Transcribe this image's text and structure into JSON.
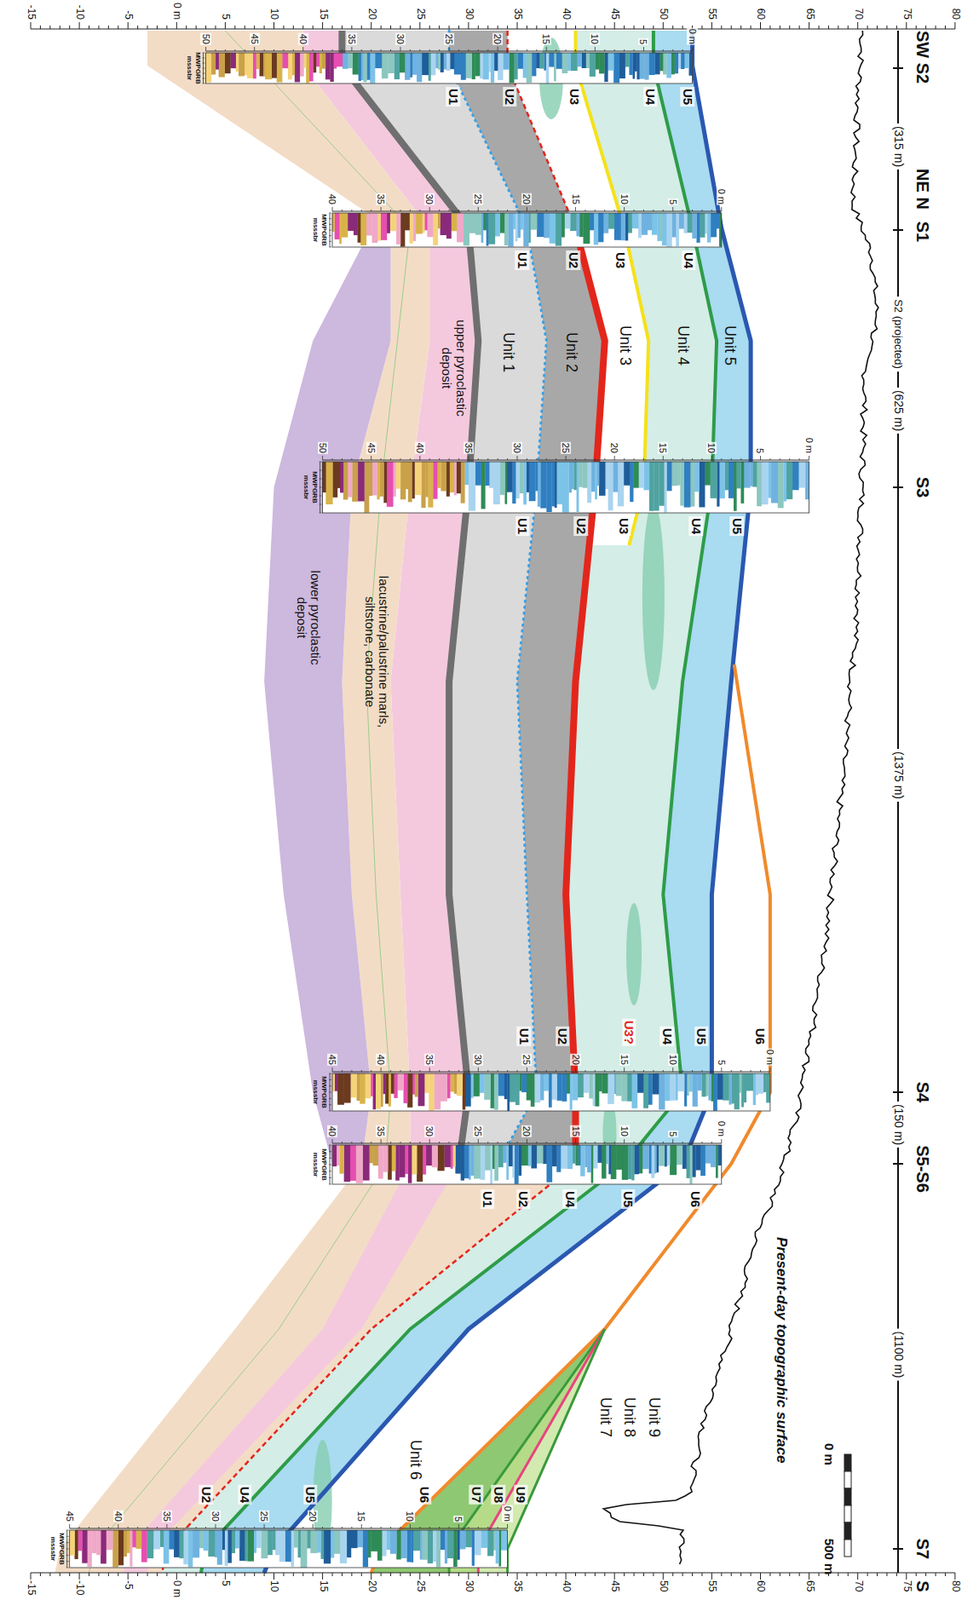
{
  "diagram": {
    "labels": [
      "SW",
      "S2",
      "(315 m)",
      "NE N",
      "S1",
      "S2 (projected)",
      "(625 m)",
      "S3",
      "(1375 m)",
      "S4",
      "(150 m)",
      "S5-S6",
      "(1100 m)",
      "S7",
      "S",
      "0 m",
      "500 m",
      "Present-day topographic surface",
      "-15",
      "-10",
      "-5",
      "0 m",
      "5",
      "10",
      "15",
      "20",
      "25",
      "30",
      "35",
      "40",
      "45",
      "50",
      "55",
      "60",
      "65",
      "70",
      "75",
      "80",
      "-15",
      "-10",
      "-5",
      "0 m",
      "5",
      "10",
      "15",
      "20",
      "25",
      "30",
      "35",
      "40",
      "45",
      "50",
      "55",
      "60",
      "65",
      "70",
      "75",
      "80",
      "0 m",
      "5",
      "10",
      "15",
      "20",
      "25",
      "30",
      "35",
      "40",
      "45",
      "50",
      "MWPGRB",
      "msssbr",
      "0 m",
      "5",
      "10",
      "15",
      "20",
      "25",
      "30",
      "35",
      "40",
      "MWPGRB",
      "msssbr",
      "0 m",
      "5",
      "10",
      "15",
      "20",
      "25",
      "30",
      "35",
      "40",
      "45",
      "50",
      "MWPGRB",
      "msssbr",
      "0 m",
      "5",
      "10",
      "15",
      "20",
      "25",
      "30",
      "35",
      "40",
      "45",
      "MWPGRB",
      "msssbr",
      "0 m",
      "5",
      "10",
      "15",
      "20",
      "25",
      "30",
      "35",
      "40",
      "MWPGRB",
      "msssbr",
      "0 m",
      "5",
      "10",
      "15",
      "20",
      "25",
      "30",
      "35",
      "40",
      "45",
      "MWPGRB",
      "msssbr",
      "U5",
      "U4",
      "U3",
      "U2",
      "U1",
      "U4",
      "U3",
      "U2",
      "U1",
      "U5",
      "U4",
      "U3",
      "U2",
      "U1",
      "U6",
      "U5",
      "U4",
      "U3?",
      "U2",
      "U1",
      "U6",
      "U5",
      "U4",
      "U2",
      "U1",
      "U9",
      "U8",
      "U7",
      "U6",
      "U5",
      "U4",
      "U2",
      "Unit 5",
      "Unit 4",
      "Unit 3",
      "Unit 2",
      "Unit 1",
      "upper pyroclastic deposit",
      "lacustrine/palustrine marls, siltstone, carbonate",
      "lower pyroclastic deposit",
      "Unit 9",
      "Unit 8",
      "Unit 7",
      "Unit 6"
    ]
  }
}
